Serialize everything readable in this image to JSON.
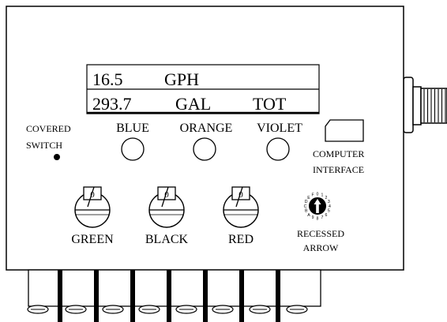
{
  "display": {
    "line1": {
      "value": "16.5",
      "unit": "GPH",
      "suffix": ""
    },
    "line2": {
      "value": "293.7",
      "unit": "GAL",
      "suffix": "TOT"
    }
  },
  "covered_switch": {
    "line1": "COVERED",
    "line2": "SWITCH"
  },
  "buttons": [
    {
      "label": "BLUE"
    },
    {
      "label": "ORANGE"
    },
    {
      "label": "VIOLET"
    }
  ],
  "computer_interface": {
    "line1": "COMPUTER",
    "line2": "INTERFACE"
  },
  "dials": [
    {
      "label": "GREEN",
      "setting": "0"
    },
    {
      "label": "BLACK",
      "setting": "0"
    },
    {
      "label": "RED",
      "setting": "0"
    }
  ],
  "rotary_switch": {
    "digits": [
      "0",
      "1",
      "2",
      "3",
      "4",
      "5",
      "6",
      "7",
      "8",
      "9",
      "A",
      "B",
      "C",
      "D",
      "E",
      "F"
    ],
    "label_line1": "RECESSED",
    "label_line2": "ARROW"
  },
  "colors": {
    "stroke": "#000000",
    "background": "#ffffff"
  }
}
